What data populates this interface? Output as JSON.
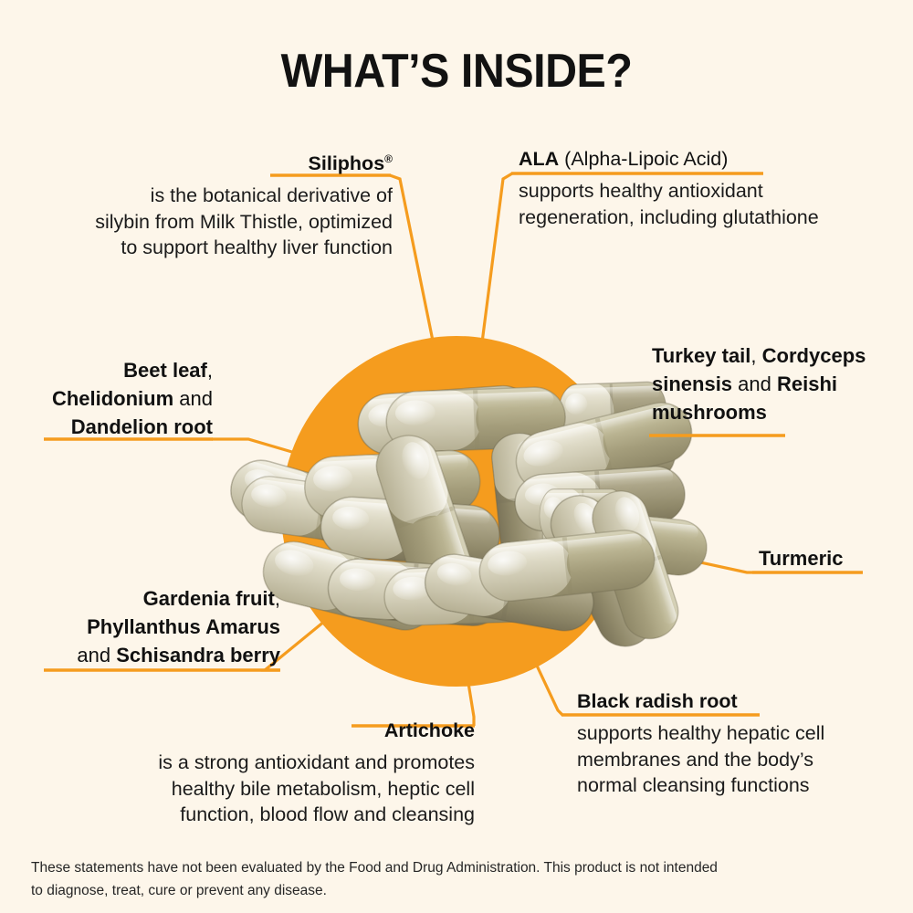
{
  "page": {
    "title": "WHAT’S INSIDE?",
    "background_color": "#FDF6EA",
    "accent_color": "#F59C1E",
    "circle_color": "#F59C1E",
    "text_color": "#111111"
  },
  "callouts": {
    "siliphos": {
      "name": "Siliphos",
      "registered_mark": "®",
      "body_lines": [
        "is the botanical derivative of",
        "silybin from Milk Thistle, optimized",
        "to support healthy liver function"
      ]
    },
    "ala": {
      "name": "ALA",
      "name_suffix": " (Alpha-Lipoic Acid)",
      "body_lines": [
        "supports healthy antioxidant",
        "regeneration, including glutathione"
      ]
    },
    "beet": {
      "lines": [
        {
          "bold": "Beet leaf",
          "light": ","
        },
        {
          "bold": "Chelidonium",
          "light": " and"
        },
        {
          "bold": "Dandelion root",
          "light": ""
        }
      ]
    },
    "mushrooms": {
      "lines": [
        {
          "bold": "Turkey tail",
          "light": ", ",
          "bold2": "Cordyceps"
        },
        {
          "bold": "sinensis",
          "light": " and ",
          "bold2": "Reishi"
        },
        {
          "bold": "mushrooms",
          "light": "",
          "bold2": ""
        }
      ]
    },
    "gardenia": {
      "lines": [
        {
          "bold": "Gardenia fruit",
          "light": ","
        },
        {
          "bold": "Phyllanthus Amarus",
          "light": ""
        },
        {
          "light_pre": "and ",
          "bold": "Schisandra berry",
          "light": ""
        }
      ]
    },
    "turmeric": {
      "name": "Turmeric"
    },
    "artichoke": {
      "name": "Artichoke",
      "body_lines": [
        "is a strong antioxidant and promotes",
        "healthy bile metabolism, heptic cell",
        "function, blood flow and cleansing"
      ]
    },
    "black_radish": {
      "name": "Black radish root",
      "body_lines": [
        "supports healthy hepatic cell",
        "membranes and the body’s",
        "normal cleansing functions"
      ]
    }
  },
  "disclaimer": {
    "line1": "These statements have not been evaluated by the Food and Drug Administration. This product is not intended",
    "line2": "to diagnose, treat, cure or prevent any disease."
  },
  "product_image": {
    "alt_name": "pile-of-herbal-supplement-capsules",
    "capsule_color": "#b9b396",
    "capsule_cap_color": "#dcd8c4"
  }
}
